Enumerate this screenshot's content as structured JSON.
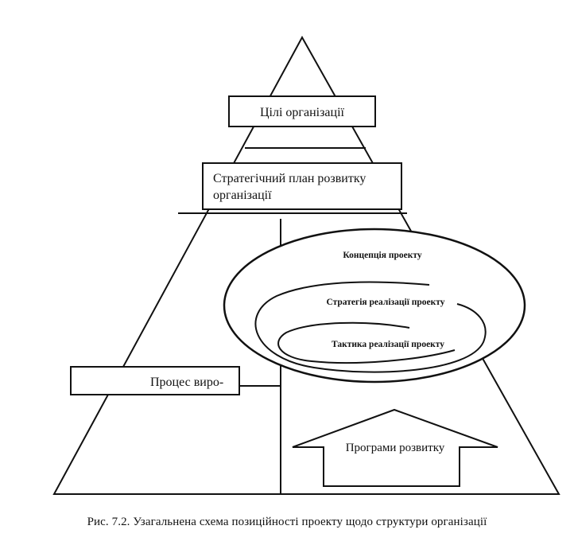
{
  "diagram": {
    "goals_label": "Цілі організації",
    "strategic_plan_line1": "Стратегічний план розвитку",
    "strategic_plan_line2": "організації",
    "production_process_label": "Процес виро-",
    "project_concept_label": "Концепція проекту",
    "implementation_strategy_label": "Стратегія реалізації проекту",
    "implementation_tactics_label": "Тактика реалізації проекту",
    "development_programs_label": "Програми розвитку"
  },
  "caption": "Рис. 7.2. Узагальнена схема позиційності проекту щодо структури організації"
}
